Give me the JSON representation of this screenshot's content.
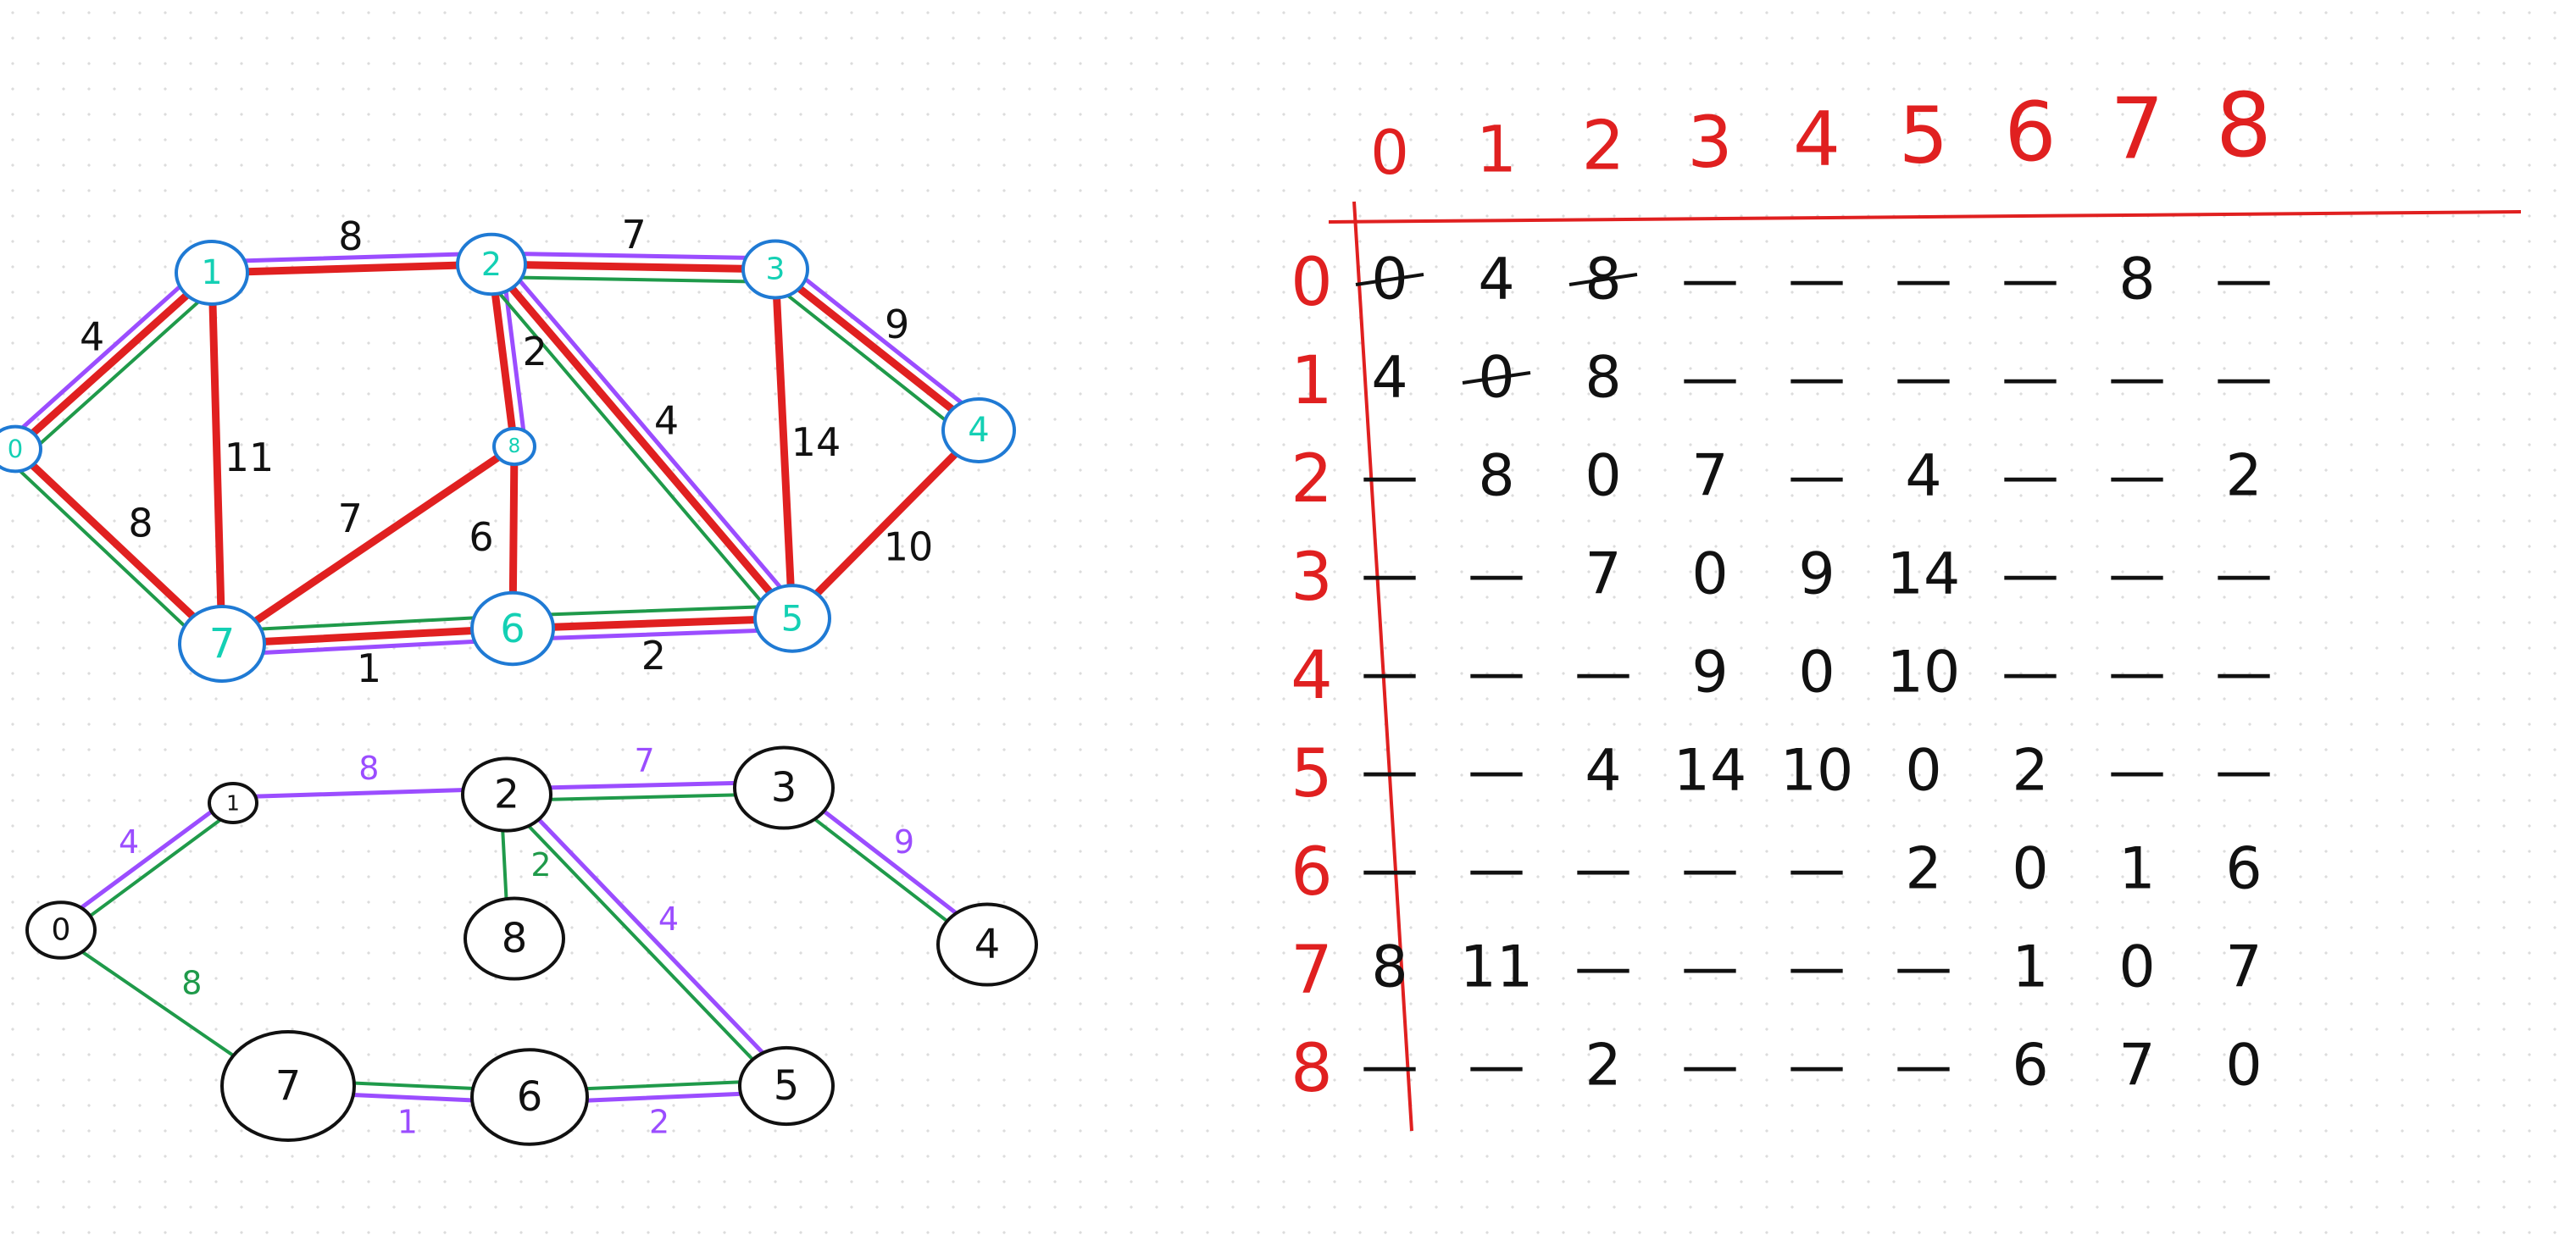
{
  "colors": {
    "mst_edge": "#e02020",
    "path_purple": "#9b4dff",
    "path_green": "#1f9a4a",
    "node_stroke_top": "#1f7ad4",
    "node_label_top": "#14d0b4",
    "ink": "#111111",
    "matrix_red": "#e02020",
    "background": "#ffffff"
  },
  "top_graph": {
    "nodes": [
      {
        "id": "0",
        "label": "0"
      },
      {
        "id": "1",
        "label": "1"
      },
      {
        "id": "2",
        "label": "2"
      },
      {
        "id": "3",
        "label": "3"
      },
      {
        "id": "4",
        "label": "4"
      },
      {
        "id": "5",
        "label": "5"
      },
      {
        "id": "6",
        "label": "6"
      },
      {
        "id": "7",
        "label": "7"
      },
      {
        "id": "8",
        "label": "8"
      }
    ],
    "edges": [
      {
        "from": "0",
        "to": "1",
        "weight": "4",
        "mst": true,
        "purple": true,
        "green": true
      },
      {
        "from": "0",
        "to": "7",
        "weight": "8",
        "mst": true,
        "purple": false,
        "green": true
      },
      {
        "from": "1",
        "to": "2",
        "weight": "8",
        "mst": true,
        "purple": true,
        "green": false
      },
      {
        "from": "1",
        "to": "7",
        "weight": "11",
        "mst": true,
        "purple": false,
        "green": false
      },
      {
        "from": "2",
        "to": "3",
        "weight": "7",
        "mst": true,
        "purple": true,
        "green": true
      },
      {
        "from": "2",
        "to": "8",
        "weight": "2",
        "mst": true,
        "purple": true,
        "green": false
      },
      {
        "from": "2",
        "to": "5",
        "weight": "4",
        "mst": true,
        "purple": true,
        "green": true
      },
      {
        "from": "3",
        "to": "4",
        "weight": "9",
        "mst": true,
        "purple": true,
        "green": true
      },
      {
        "from": "3",
        "to": "5",
        "weight": "14",
        "mst": true,
        "purple": false,
        "green": false
      },
      {
        "from": "4",
        "to": "5",
        "weight": "10",
        "mst": true,
        "purple": false,
        "green": false
      },
      {
        "from": "5",
        "to": "6",
        "weight": "2",
        "mst": true,
        "purple": true,
        "green": true
      },
      {
        "from": "6",
        "to": "7",
        "weight": "1",
        "mst": true,
        "purple": true,
        "green": true
      },
      {
        "from": "6",
        "to": "8",
        "weight": "6",
        "mst": true,
        "purple": false,
        "green": false
      },
      {
        "from": "7",
        "to": "8",
        "weight": "7",
        "mst": true,
        "purple": false,
        "green": false
      }
    ]
  },
  "bottom_graph": {
    "nodes": [
      {
        "id": "0",
        "label": "0"
      },
      {
        "id": "1",
        "label": "1"
      },
      {
        "id": "2",
        "label": "2"
      },
      {
        "id": "3",
        "label": "3"
      },
      {
        "id": "4",
        "label": "4"
      },
      {
        "id": "5",
        "label": "5"
      },
      {
        "id": "6",
        "label": "6"
      },
      {
        "id": "7",
        "label": "7"
      },
      {
        "id": "8",
        "label": "8"
      }
    ],
    "edges": [
      {
        "from": "0",
        "to": "1",
        "weight": "4",
        "purple": true,
        "green": true
      },
      {
        "from": "0",
        "to": "7",
        "weight": "8",
        "purple": false,
        "green": true
      },
      {
        "from": "1",
        "to": "2",
        "weight": "8",
        "purple": true,
        "green": false
      },
      {
        "from": "2",
        "to": "3",
        "weight": "7",
        "purple": true,
        "green": true
      },
      {
        "from": "2",
        "to": "8",
        "weight": "2",
        "purple": false,
        "green": true
      },
      {
        "from": "2",
        "to": "5",
        "weight": "4",
        "purple": true,
        "green": true
      },
      {
        "from": "3",
        "to": "4",
        "weight": "9",
        "purple": true,
        "green": true
      },
      {
        "from": "5",
        "to": "6",
        "weight": "2",
        "purple": true,
        "green": true
      },
      {
        "from": "6",
        "to": "7",
        "weight": "1",
        "purple": true,
        "green": true
      }
    ]
  },
  "matrix": {
    "col_headers": [
      "0",
      "1",
      "2",
      "3",
      "4",
      "5",
      "6",
      "7",
      "8"
    ],
    "row_headers": [
      "0",
      "1",
      "2",
      "3",
      "4",
      "5",
      "6",
      "7",
      "8"
    ],
    "rows": [
      [
        "0",
        "4",
        "8",
        "—",
        "—",
        "—",
        "—",
        "8",
        "—"
      ],
      [
        "4",
        "0",
        "8",
        "—",
        "—",
        "—",
        "—",
        "—",
        "—"
      ],
      [
        "—",
        "8",
        "0",
        "7",
        "—",
        "4",
        "—",
        "—",
        "2"
      ],
      [
        "—",
        "—",
        "7",
        "0",
        "9",
        "14",
        "—",
        "—",
        "—"
      ],
      [
        "—",
        "—",
        "—",
        "9",
        "0",
        "10",
        "—",
        "—",
        "—"
      ],
      [
        "—",
        "—",
        "4",
        "14",
        "10",
        "0",
        "2",
        "—",
        "—"
      ],
      [
        "—",
        "—",
        "—",
        "—",
        "—",
        "2",
        "0",
        "1",
        "6"
      ],
      [
        "8",
        "11",
        "—",
        "—",
        "—",
        "—",
        "1",
        "0",
        "7"
      ],
      [
        "—",
        "—",
        "2",
        "—",
        "—",
        "—",
        "6",
        "7",
        "0"
      ]
    ],
    "struck_cells": [
      [
        0,
        0
      ],
      [
        0,
        2
      ],
      [
        1,
        1
      ]
    ]
  }
}
